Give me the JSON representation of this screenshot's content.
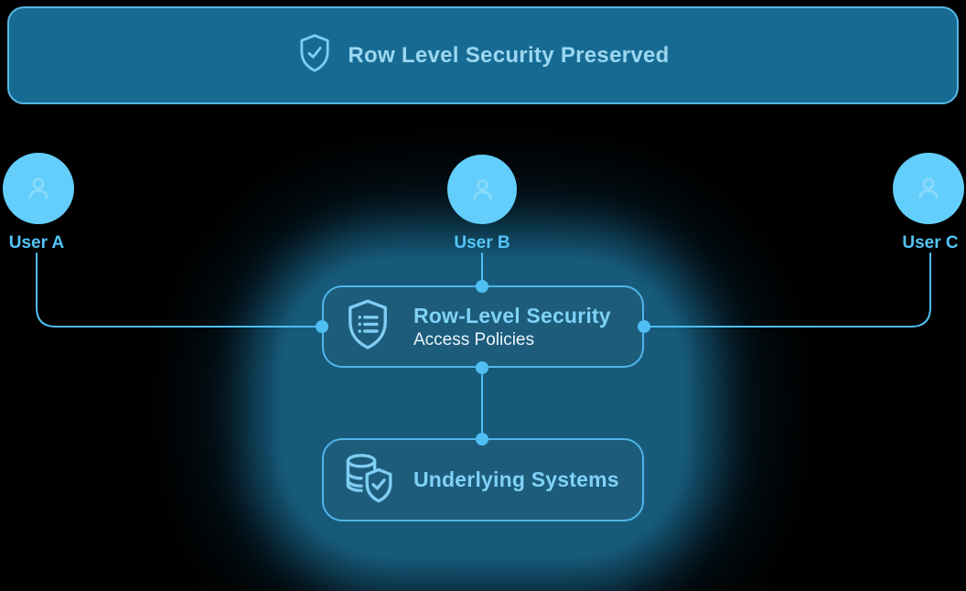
{
  "banner": {
    "label": "Row Level Security Preserved",
    "icon": "shield-check-icon"
  },
  "users": [
    {
      "label": "User A",
      "icon": "person-icon"
    },
    {
      "label": "User B",
      "icon": "person-icon"
    },
    {
      "label": "User C",
      "icon": "person-icon"
    }
  ],
  "diagram": {
    "policy_box": {
      "title": "Row-Level Security",
      "subtitle": "Access Policies",
      "icon": "shield-list-icon"
    },
    "systems_box": {
      "title": "Underlying Systems",
      "icon": "database-shield-icon"
    }
  },
  "colors": {
    "accent": "#4fbef2",
    "circle": "#63cefb",
    "banner_bg": "#176b93",
    "banner_border": "#57b7e3",
    "banner_text": "#9bd7f1",
    "box_bg": "#1d5c7b",
    "box_border": "#4fb6e8",
    "glow": "#175a7a",
    "title": "#80d2f7",
    "subtitle": "#eaf6fc",
    "label": "#54c5f8",
    "icon": "#7fcdf2"
  }
}
